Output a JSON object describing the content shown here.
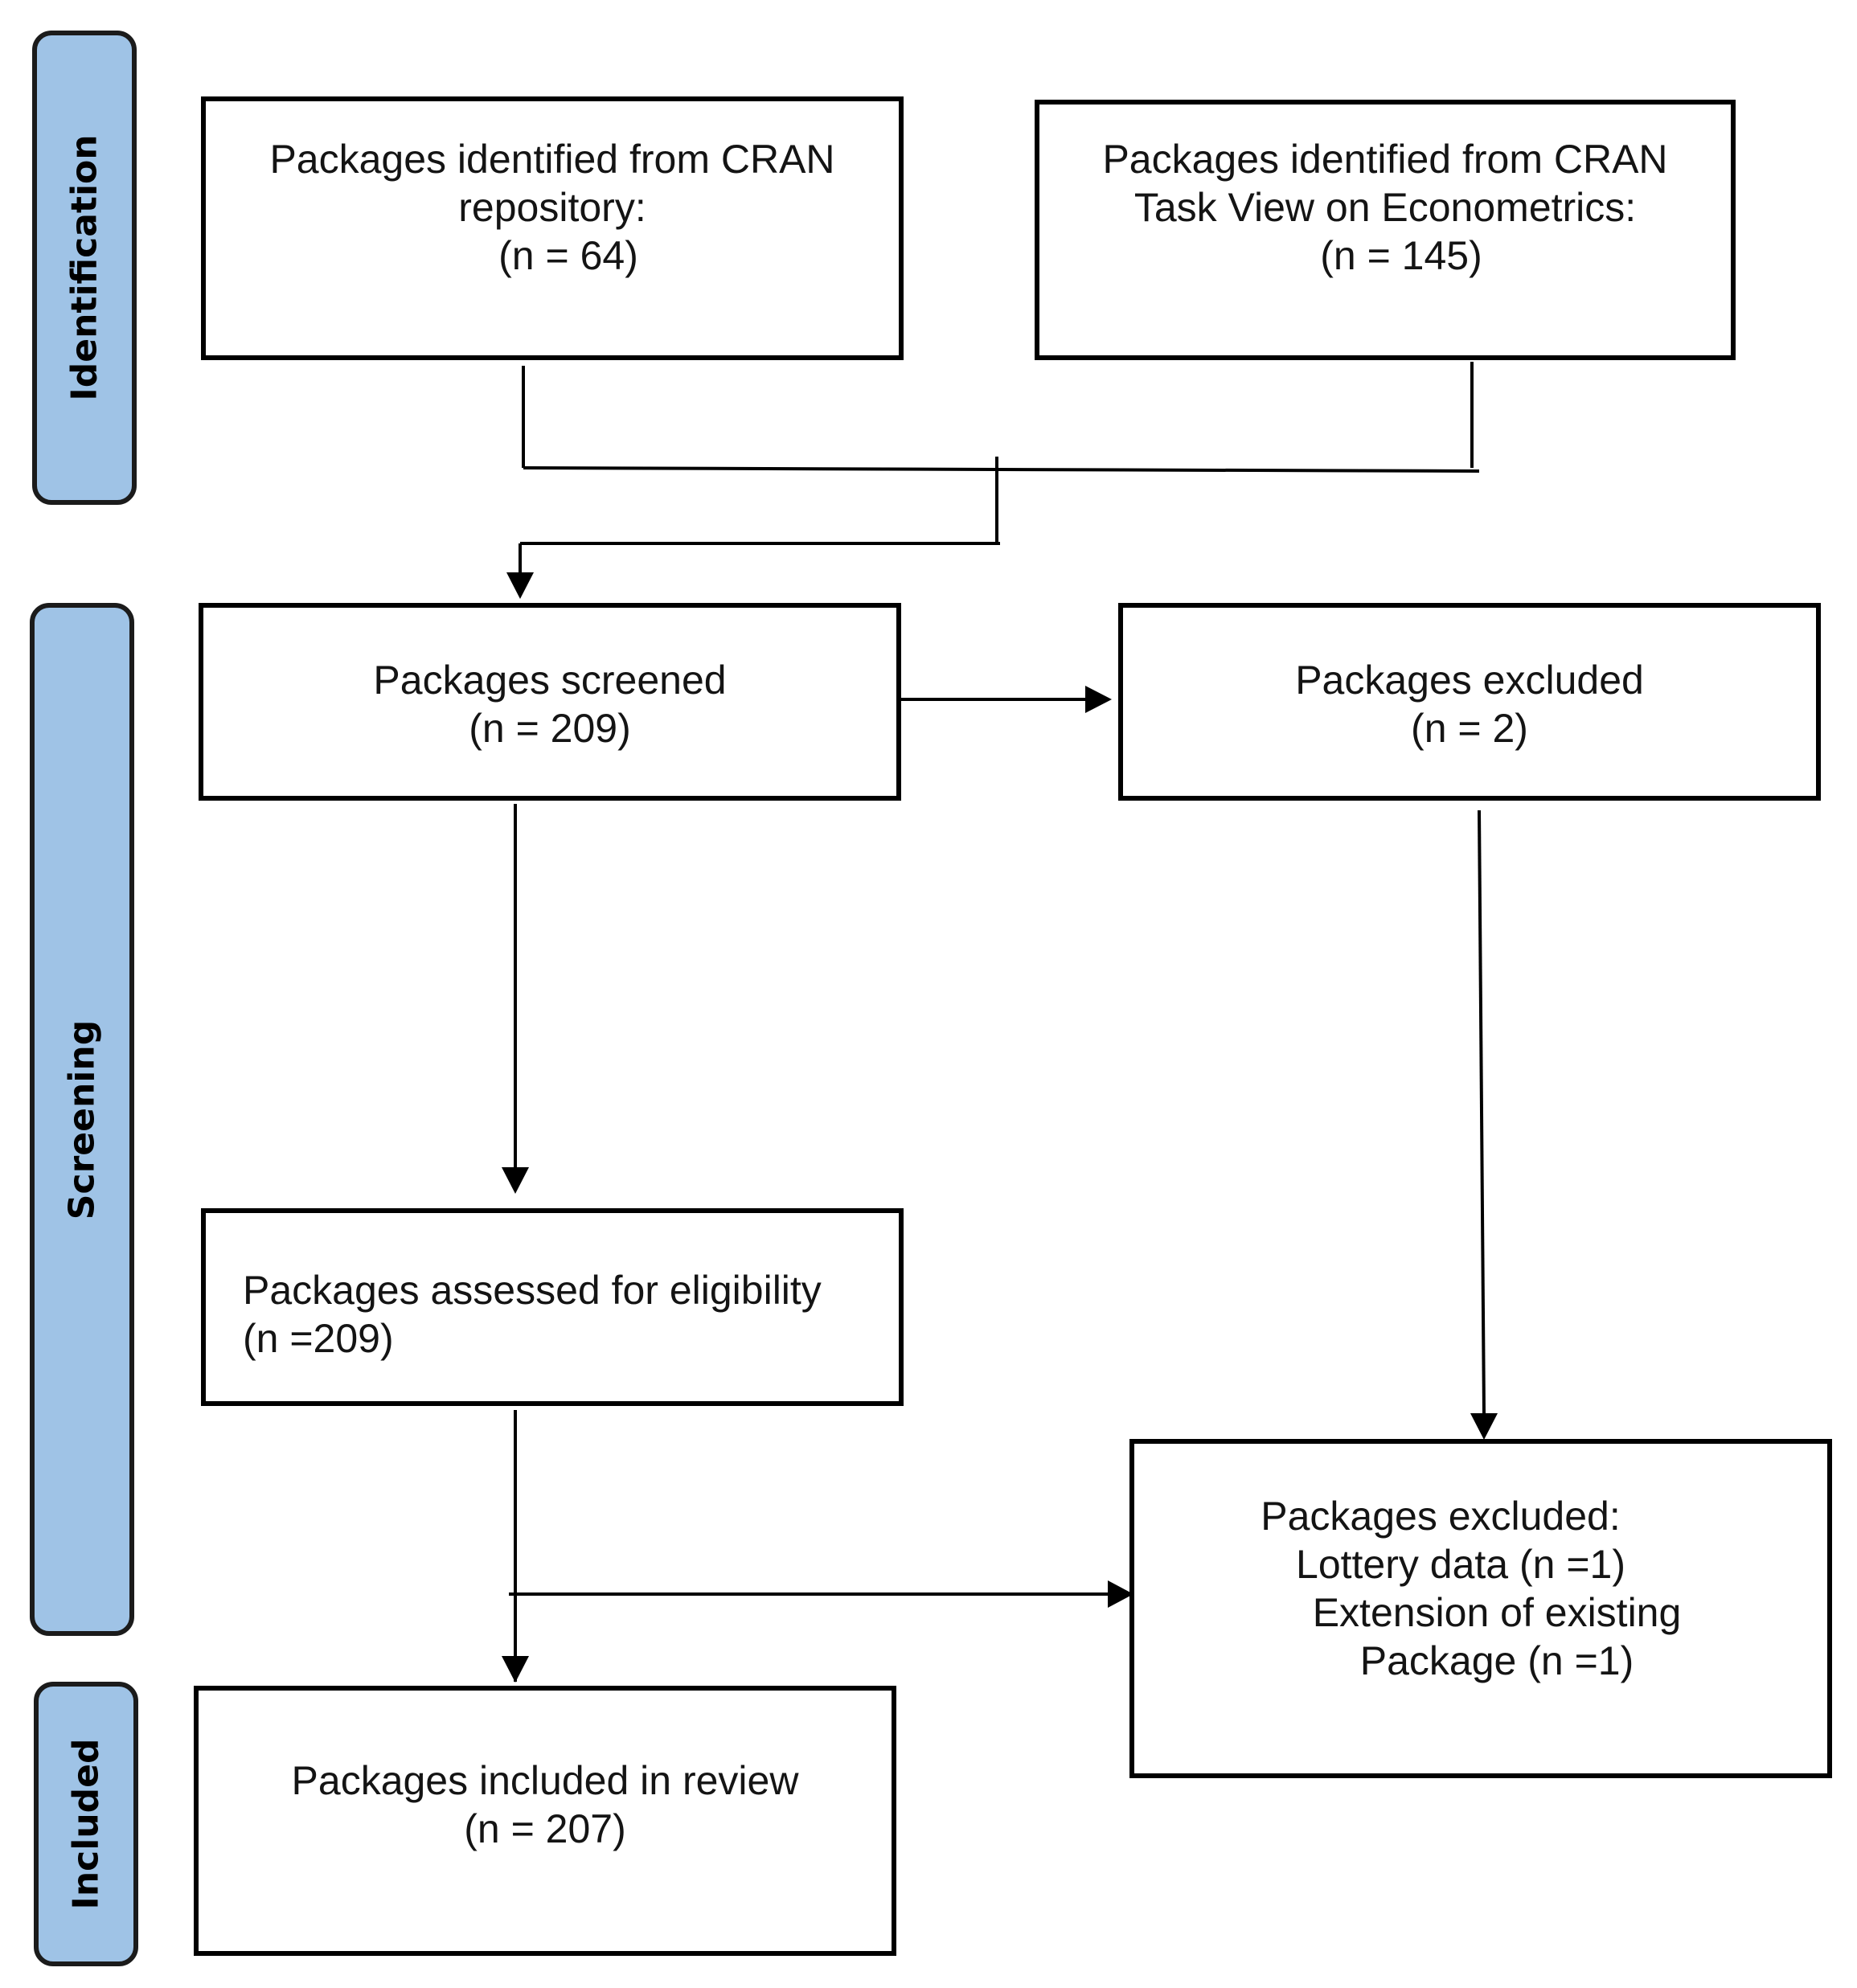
{
  "phases": {
    "identification": "Identification",
    "screening": "Screening",
    "included": "Included"
  },
  "boxes": {
    "cran_repo": {
      "lines": [
        "Packages identified from CRAN",
        "repository:",
        "(n = 64)"
      ]
    },
    "cran_task_view": {
      "lines": [
        "Packages identified from CRAN",
        "Task View on Econometrics:",
        "(n = 145)"
      ]
    },
    "screened": {
      "lines": [
        "Packages screened",
        "(n = 209)"
      ]
    },
    "excluded_first": {
      "lines": [
        "Packages excluded",
        "(n = 2)"
      ]
    },
    "assessed": {
      "lines": [
        "Packages assessed for eligibility",
        "(n =209)"
      ]
    },
    "excluded_second": {
      "lines": [
        "Packages excluded:",
        "Lottery data (n =1)",
        "Extension of existing",
        "Package (n =1)"
      ]
    },
    "included": {
      "lines": [
        "Packages included in review",
        "(n = 207)"
      ]
    }
  },
  "colors": {
    "phase_fill": "#9fc3e6",
    "line": "#000000"
  }
}
